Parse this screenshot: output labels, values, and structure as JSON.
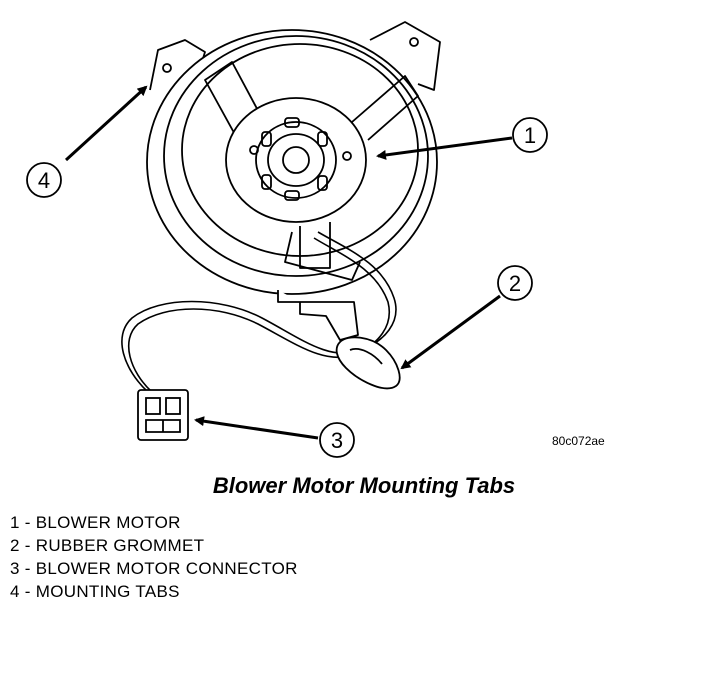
{
  "figure": {
    "id": "80c072ae",
    "title": "Blower Motor Mounting Tabs"
  },
  "callouts": [
    "1",
    "2",
    "3",
    "4"
  ],
  "legend": [
    {
      "number": "1",
      "text": "1 - BLOWER MOTOR"
    },
    {
      "number": "2",
      "text": "2 - RUBBER GROMMET"
    },
    {
      "number": "3",
      "text": "3 - BLOWER MOTOR CONNECTOR"
    },
    {
      "number": "4",
      "text": "4 - MOUNTING TABS"
    }
  ],
  "icons": {
    "motor": "blower-motor-illustration",
    "connector": "electrical-connector-illustration"
  }
}
